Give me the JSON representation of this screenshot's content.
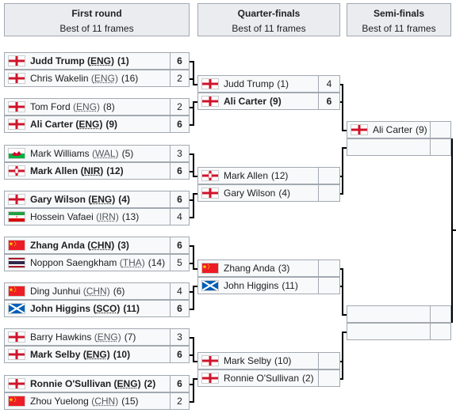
{
  "headers": [
    {
      "title": "First round",
      "sub": "Best of 11 frames"
    },
    {
      "title": "Quarter-finals",
      "sub": "Best of 11 frames"
    },
    {
      "title": "Semi-finals",
      "sub": "Best of 11 frames"
    }
  ],
  "first_round": [
    {
      "flag": "eng",
      "name": "Judd Trump",
      "ioc": "ENG",
      "seed": "(1)",
      "score": "6",
      "win": true
    },
    {
      "flag": "eng",
      "name": "Chris Wakelin",
      "ioc": "ENG",
      "seed": "(16)",
      "score": "2",
      "win": false
    },
    {
      "flag": "eng",
      "name": "Tom Ford",
      "ioc": "ENG",
      "seed": "(8)",
      "score": "2",
      "win": false
    },
    {
      "flag": "eng",
      "name": "Ali Carter",
      "ioc": "ENG",
      "seed": "(9)",
      "score": "6",
      "win": true
    },
    {
      "flag": "wal",
      "name": "Mark Williams",
      "ioc": "WAL",
      "seed": "(5)",
      "score": "3",
      "win": false
    },
    {
      "flag": "nir",
      "name": "Mark Allen",
      "ioc": "NIR",
      "seed": "(12)",
      "score": "6",
      "win": true
    },
    {
      "flag": "eng",
      "name": "Gary Wilson",
      "ioc": "ENG",
      "seed": "(4)",
      "score": "6",
      "win": true
    },
    {
      "flag": "irn",
      "name": "Hossein Vafaei",
      "ioc": "IRN",
      "seed": "(13)",
      "score": "4",
      "win": false
    },
    {
      "flag": "chn",
      "name": "Zhang Anda",
      "ioc": "CHN",
      "seed": "(3)",
      "score": "6",
      "win": true
    },
    {
      "flag": "tha",
      "name": "Noppon Saengkham",
      "ioc": "THA",
      "seed": "(14)",
      "score": "5",
      "win": false
    },
    {
      "flag": "chn",
      "name": "Ding Junhui",
      "ioc": "CHN",
      "seed": "(6)",
      "score": "4",
      "win": false
    },
    {
      "flag": "sco",
      "name": "John Higgins",
      "ioc": "SCO",
      "seed": "(11)",
      "score": "6",
      "win": true
    },
    {
      "flag": "eng",
      "name": "Barry Hawkins",
      "ioc": "ENG",
      "seed": "(7)",
      "score": "3",
      "win": false
    },
    {
      "flag": "eng",
      "name": "Mark Selby",
      "ioc": "ENG",
      "seed": "(10)",
      "score": "6",
      "win": true
    },
    {
      "flag": "eng",
      "name": "Ronnie O'Sullivan",
      "ioc": "ENG",
      "seed": "(2)",
      "score": "6",
      "win": true
    },
    {
      "flag": "chn",
      "name": "Zhou Yuelong",
      "ioc": "CHN",
      "seed": "(15)",
      "score": "2",
      "win": false
    }
  ],
  "quarter_finals": [
    {
      "flag": "eng",
      "name": "Judd Trump",
      "seed": "(1)",
      "score": "4",
      "win": false
    },
    {
      "flag": "eng",
      "name": "Ali Carter",
      "seed": "(9)",
      "score": "6",
      "win": true
    },
    {
      "flag": "nir",
      "name": "Mark Allen",
      "seed": "(12)",
      "score": "",
      "win": false
    },
    {
      "flag": "eng",
      "name": "Gary Wilson",
      "seed": "(4)",
      "score": "",
      "win": false
    },
    {
      "flag": "chn",
      "name": "Zhang Anda",
      "seed": "(3)",
      "score": "",
      "win": false
    },
    {
      "flag": "sco",
      "name": "John Higgins",
      "seed": "(11)",
      "score": "",
      "win": false
    },
    {
      "flag": "eng",
      "name": "Mark Selby",
      "seed": "(10)",
      "score": "",
      "win": false
    },
    {
      "flag": "eng",
      "name": "Ronnie O'Sullivan",
      "seed": "(2)",
      "score": "",
      "win": false
    }
  ],
  "semi_finals": [
    {
      "flag": "eng",
      "name": "Ali Carter",
      "seed": "(9)",
      "score": "",
      "win": false
    },
    {
      "flag": "",
      "name": "",
      "seed": "",
      "score": "",
      "win": false
    },
    {
      "flag": "",
      "name": "",
      "seed": "",
      "score": "",
      "win": false
    },
    {
      "flag": "",
      "name": "",
      "seed": "",
      "score": "",
      "win": false
    }
  ]
}
